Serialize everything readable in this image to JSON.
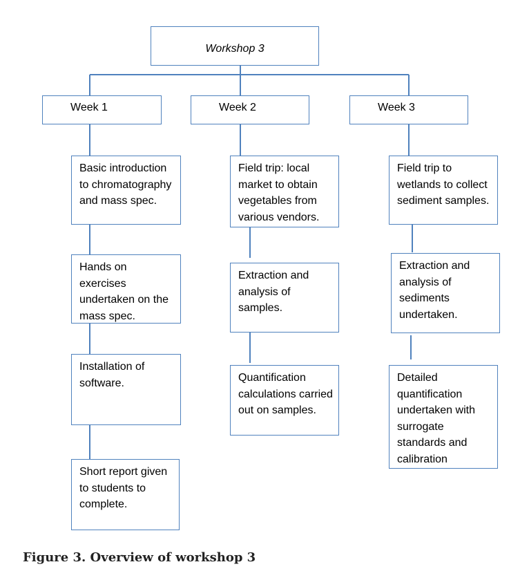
{
  "diagram": {
    "title": "Workshop 3",
    "weeks": [
      {
        "label": "Week 1",
        "steps": [
          "Basic introduction to chromatography and mass spec.",
          "Hands on exercises undertaken on the mass spec.",
          "Installation of software.",
          "Short report given to students to complete."
        ]
      },
      {
        "label": "Week 2",
        "steps": [
          "Field trip: local market to obtain vegetables from various vendors.",
          "Extraction and analysis of samples.",
          "Quantification calculations carried out on samples."
        ]
      },
      {
        "label": "Week 3",
        "steps": [
          "Field trip to wetlands to collect sediment samples.",
          "Extraction and analysis of sediments undertaken.",
          "Detailed quantification undertaken with surrogate standards and calibration"
        ]
      }
    ],
    "line_color": "#4f81bd"
  },
  "caption": "Figure 3. Overview of workshop 3"
}
